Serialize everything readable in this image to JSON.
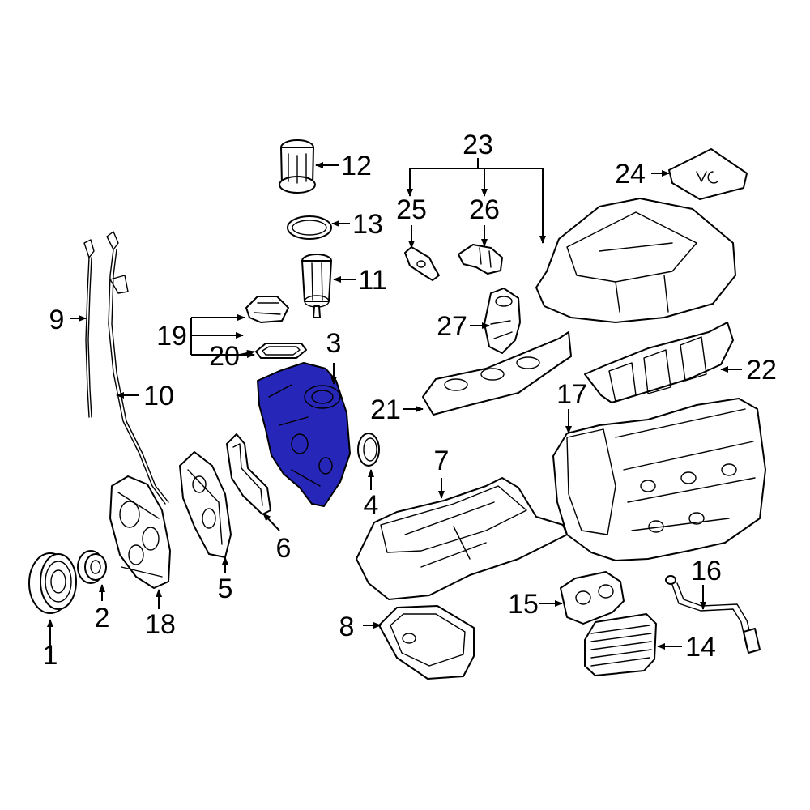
{
  "colors": {
    "highlight": "#2626b8",
    "line": "#000000",
    "background": "#ffffff"
  },
  "highlighted_part": "3",
  "callouts": [
    "1",
    "2",
    "3",
    "4",
    "5",
    "6",
    "7",
    "8",
    "9",
    "10",
    "11",
    "12",
    "13",
    "14",
    "15",
    "16",
    "17",
    "18",
    "19",
    "20",
    "21",
    "22",
    "23",
    "24",
    "25",
    "26",
    "27"
  ]
}
